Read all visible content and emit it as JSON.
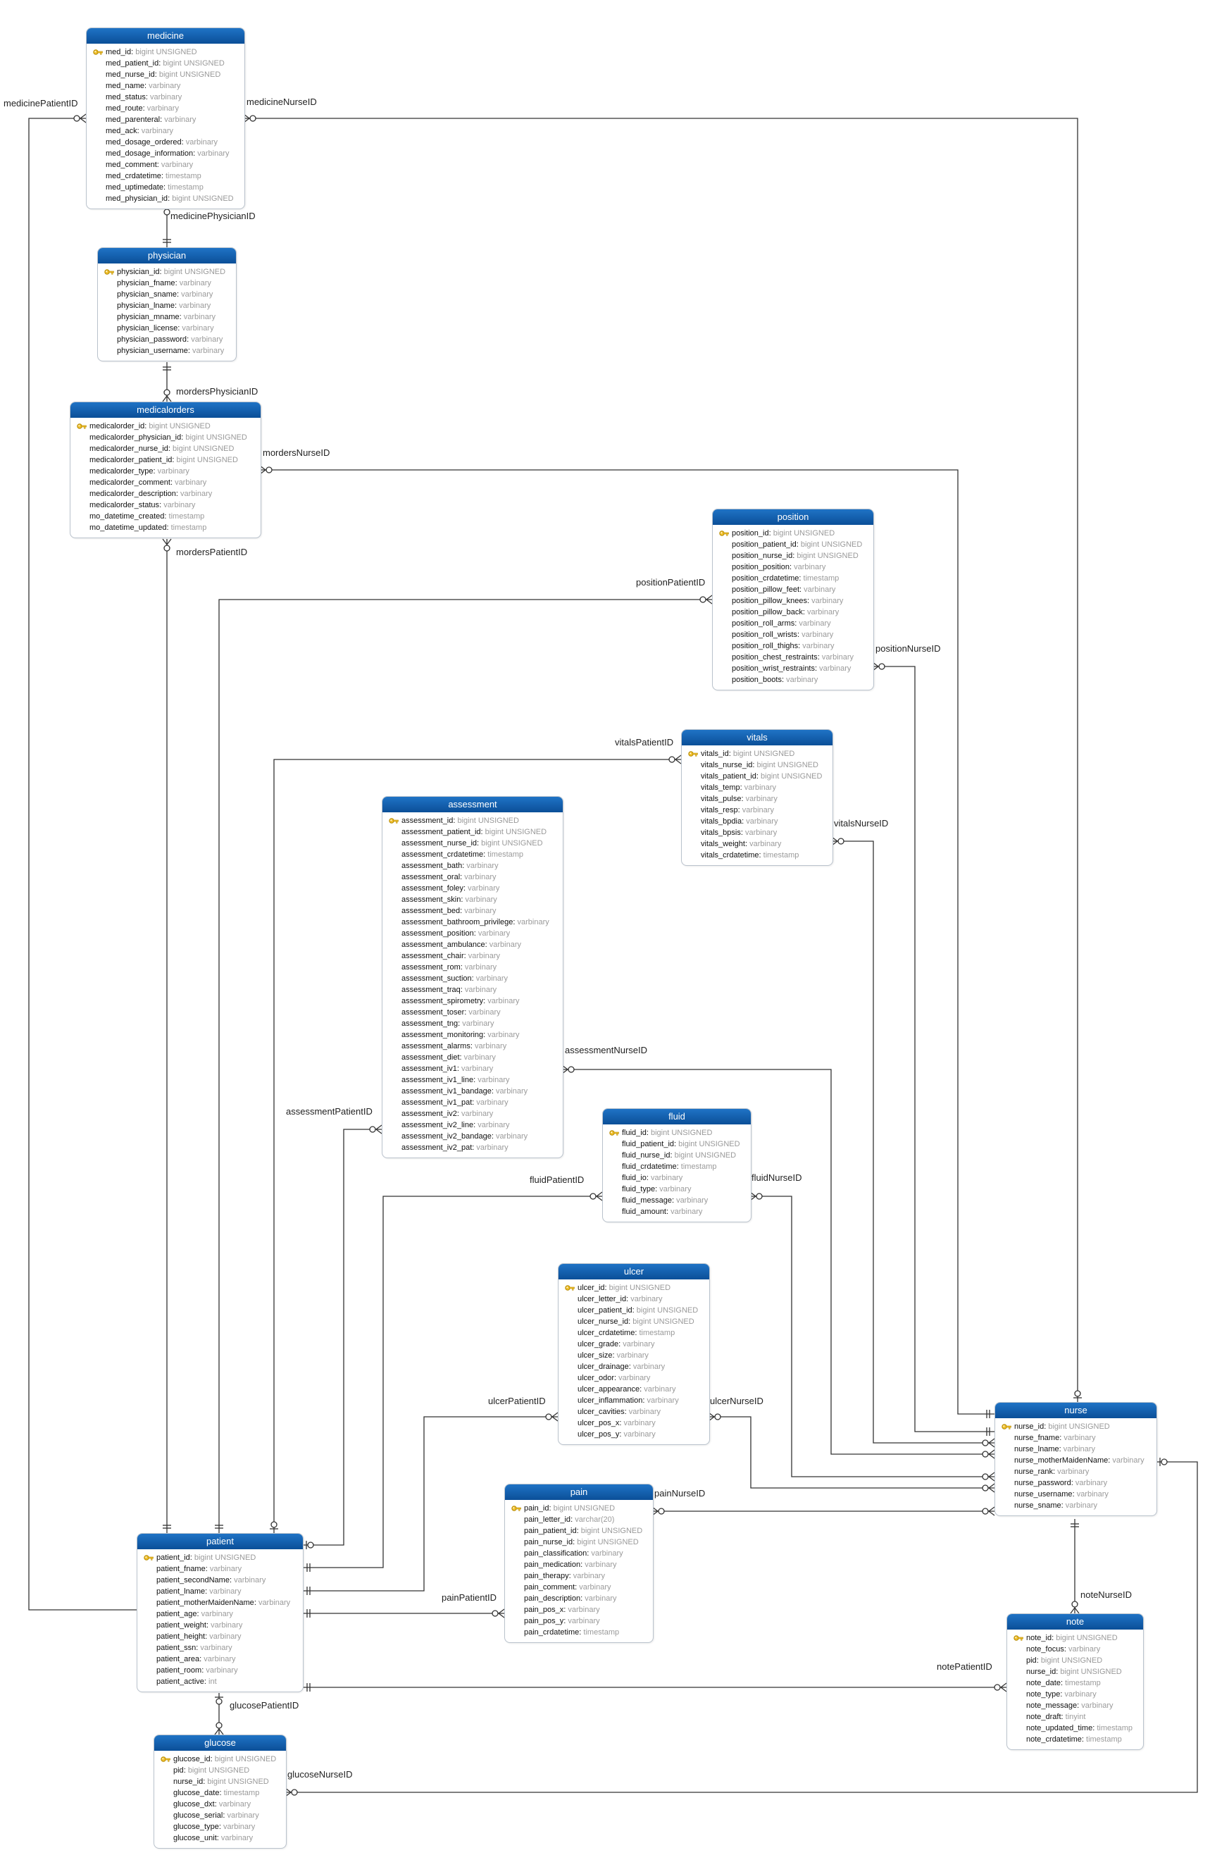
{
  "entities": [
    {
      "name": "medicine",
      "columns": [
        {
          "name": "med_id",
          "type": "bigint UNSIGNED",
          "pk": true
        },
        {
          "name": "med_patient_id",
          "type": "bigint UNSIGNED"
        },
        {
          "name": "med_nurse_id",
          "type": "bigint UNSIGNED"
        },
        {
          "name": "med_name",
          "type": "varbinary"
        },
        {
          "name": "med_status",
          "type": "varbinary"
        },
        {
          "name": "med_route",
          "type": "varbinary"
        },
        {
          "name": "med_parenteral",
          "type": "varbinary"
        },
        {
          "name": "med_ack",
          "type": "varbinary"
        },
        {
          "name": "med_dosage_ordered",
          "type": "varbinary"
        },
        {
          "name": "med_dosage_information",
          "type": "varbinary"
        },
        {
          "name": "med_comment",
          "type": "varbinary"
        },
        {
          "name": "med_crdatetime",
          "type": "timestamp"
        },
        {
          "name": "med_uptimedate",
          "type": "timestamp"
        },
        {
          "name": "med_physician_id",
          "type": "bigint UNSIGNED"
        }
      ]
    },
    {
      "name": "physician",
      "columns": [
        {
          "name": "physician_id",
          "type": "bigint UNSIGNED",
          "pk": true
        },
        {
          "name": "physician_fname",
          "type": "varbinary"
        },
        {
          "name": "physician_sname",
          "type": "varbinary"
        },
        {
          "name": "physician_lname",
          "type": "varbinary"
        },
        {
          "name": "physician_mname",
          "type": "varbinary"
        },
        {
          "name": "physician_license",
          "type": "varbinary"
        },
        {
          "name": "physician_password",
          "type": "varbinary"
        },
        {
          "name": "physician_username",
          "type": "varbinary"
        }
      ]
    },
    {
      "name": "medicalorders",
      "columns": [
        {
          "name": "medicalorder_id",
          "type": "bigint UNSIGNED",
          "pk": true
        },
        {
          "name": "medicalorder_physician_id",
          "type": "bigint UNSIGNED"
        },
        {
          "name": "medicalorder_nurse_id",
          "type": "bigint UNSIGNED"
        },
        {
          "name": "medicalorder_patient_id",
          "type": "bigint UNSIGNED"
        },
        {
          "name": "medicalorder_type",
          "type": "varbinary"
        },
        {
          "name": "medicalorder_comment",
          "type": "varbinary"
        },
        {
          "name": "medicalorder_description",
          "type": "varbinary"
        },
        {
          "name": "medicalorder_status",
          "type": "varbinary"
        },
        {
          "name": "mo_datetime_created",
          "type": "timestamp"
        },
        {
          "name": "mo_datetime_updated",
          "type": "timestamp"
        }
      ]
    },
    {
      "name": "position",
      "columns": [
        {
          "name": "position_id",
          "type": "bigint UNSIGNED",
          "pk": true
        },
        {
          "name": "position_patient_id",
          "type": "bigint UNSIGNED"
        },
        {
          "name": "position_nurse_id",
          "type": "bigint UNSIGNED"
        },
        {
          "name": "position_position",
          "type": "varbinary"
        },
        {
          "name": "position_crdatetime",
          "type": "timestamp"
        },
        {
          "name": "position_pillow_feet",
          "type": "varbinary"
        },
        {
          "name": "position_pillow_knees",
          "type": "varbinary"
        },
        {
          "name": "position_pillow_back",
          "type": "varbinary"
        },
        {
          "name": "position_roll_arms",
          "type": "varbinary"
        },
        {
          "name": "position_roll_wrists",
          "type": "varbinary"
        },
        {
          "name": "position_roll_thighs",
          "type": "varbinary"
        },
        {
          "name": "position_chest_restraints",
          "type": "varbinary"
        },
        {
          "name": "position_wrist_restraints",
          "type": "varbinary"
        },
        {
          "name": "position_boots",
          "type": "varbinary"
        }
      ]
    },
    {
      "name": "vitals",
      "columns": [
        {
          "name": "vitals_id",
          "type": "bigint UNSIGNED",
          "pk": true
        },
        {
          "name": "vitals_nurse_id",
          "type": "bigint UNSIGNED"
        },
        {
          "name": "vitals_patient_id",
          "type": "bigint UNSIGNED"
        },
        {
          "name": "vitals_temp",
          "type": "varbinary"
        },
        {
          "name": "vitals_pulse",
          "type": "varbinary"
        },
        {
          "name": "vitals_resp",
          "type": "varbinary"
        },
        {
          "name": "vitals_bpdia",
          "type": "varbinary"
        },
        {
          "name": "vitals_bpsis",
          "type": "varbinary"
        },
        {
          "name": "vitals_weight",
          "type": "varbinary"
        },
        {
          "name": "vitals_crdatetime",
          "type": "timestamp"
        }
      ]
    },
    {
      "name": "assessment",
      "columns": [
        {
          "name": "assessment_id",
          "type": "bigint UNSIGNED",
          "pk": true
        },
        {
          "name": "assessment_patient_id",
          "type": "bigint UNSIGNED"
        },
        {
          "name": "assessment_nurse_id",
          "type": "bigint UNSIGNED"
        },
        {
          "name": "assessment_crdatetime",
          "type": "timestamp"
        },
        {
          "name": "assessment_bath",
          "type": "varbinary"
        },
        {
          "name": "assessment_oral",
          "type": "varbinary"
        },
        {
          "name": "assessment_foley",
          "type": "varbinary"
        },
        {
          "name": "assessment_skin",
          "type": "varbinary"
        },
        {
          "name": "assessment_bed",
          "type": "varbinary"
        },
        {
          "name": "assessment_bathroom_privilege",
          "type": "varbinary"
        },
        {
          "name": "assessment_position",
          "type": "varbinary"
        },
        {
          "name": "assessment_ambulance",
          "type": "varbinary"
        },
        {
          "name": "assessment_chair",
          "type": "varbinary"
        },
        {
          "name": "assessment_rom",
          "type": "varbinary"
        },
        {
          "name": "assessment_suction",
          "type": "varbinary"
        },
        {
          "name": "assessment_traq",
          "type": "varbinary"
        },
        {
          "name": "assessment_spirometry",
          "type": "varbinary"
        },
        {
          "name": "assessment_toser",
          "type": "varbinary"
        },
        {
          "name": "assessment_tng",
          "type": "varbinary"
        },
        {
          "name": "assessment_monitoring",
          "type": "varbinary"
        },
        {
          "name": "assessment_alarms",
          "type": "varbinary"
        },
        {
          "name": "assessment_diet",
          "type": "varbinary"
        },
        {
          "name": "assessment_iv1",
          "type": "varbinary"
        },
        {
          "name": "assessment_iv1_line",
          "type": "varbinary"
        },
        {
          "name": "assessment_iv1_bandage",
          "type": "varbinary"
        },
        {
          "name": "assessment_iv1_pat",
          "type": "varbinary"
        },
        {
          "name": "assessment_iv2",
          "type": "varbinary"
        },
        {
          "name": "assessment_iv2_line",
          "type": "varbinary"
        },
        {
          "name": "assessment_iv2_bandage",
          "type": "varbinary"
        },
        {
          "name": "assessment_iv2_pat",
          "type": "varbinary"
        }
      ]
    },
    {
      "name": "fluid",
      "columns": [
        {
          "name": "fluid_id",
          "type": "bigint UNSIGNED",
          "pk": true
        },
        {
          "name": "fluid_patient_id",
          "type": "bigint UNSIGNED"
        },
        {
          "name": "fluid_nurse_id",
          "type": "bigint UNSIGNED"
        },
        {
          "name": "fluid_crdatetime",
          "type": "timestamp"
        },
        {
          "name": "fluid_io",
          "type": "varbinary"
        },
        {
          "name": "fluid_type",
          "type": "varbinary"
        },
        {
          "name": "fluid_message",
          "type": "varbinary"
        },
        {
          "name": "fluid_amount",
          "type": "varbinary"
        }
      ]
    },
    {
      "name": "ulcer",
      "columns": [
        {
          "name": "ulcer_id",
          "type": "bigint UNSIGNED",
          "pk": true
        },
        {
          "name": "ulcer_letter_id",
          "type": "varbinary"
        },
        {
          "name": "ulcer_patient_id",
          "type": "bigint UNSIGNED"
        },
        {
          "name": "ulcer_nurse_id",
          "type": "bigint UNSIGNED"
        },
        {
          "name": "ulcer_crdatetime",
          "type": "timestamp"
        },
        {
          "name": "ulcer_grade",
          "type": "varbinary"
        },
        {
          "name": "ulcer_size",
          "type": "varbinary"
        },
        {
          "name": "ulcer_drainage",
          "type": "varbinary"
        },
        {
          "name": "ulcer_odor",
          "type": "varbinary"
        },
        {
          "name": "ulcer_appearance",
          "type": "varbinary"
        },
        {
          "name": "ulcer_inflammation",
          "type": "varbinary"
        },
        {
          "name": "ulcer_cavities",
          "type": "varbinary"
        },
        {
          "name": "ulcer_pos_x",
          "type": "varbinary"
        },
        {
          "name": "ulcer_pos_y",
          "type": "varbinary"
        }
      ]
    },
    {
      "name": "nurse",
      "columns": [
        {
          "name": "nurse_id",
          "type": "bigint UNSIGNED",
          "pk": true
        },
        {
          "name": "nurse_fname",
          "type": "varbinary"
        },
        {
          "name": "nurse_lname",
          "type": "varbinary"
        },
        {
          "name": "nurse_motherMaidenName",
          "type": "varbinary"
        },
        {
          "name": "nurse_rank",
          "type": "varbinary"
        },
        {
          "name": "nurse_password",
          "type": "varbinary"
        },
        {
          "name": "nurse_username",
          "type": "varbinary"
        },
        {
          "name": "nurse_sname",
          "type": "varbinary"
        }
      ]
    },
    {
      "name": "pain",
      "columns": [
        {
          "name": "pain_id",
          "type": "bigint UNSIGNED",
          "pk": true
        },
        {
          "name": "pain_letter_id",
          "type": "varchar(20)"
        },
        {
          "name": "pain_patient_id",
          "type": "bigint UNSIGNED"
        },
        {
          "name": "pain_nurse_id",
          "type": "bigint UNSIGNED"
        },
        {
          "name": "pain_classification",
          "type": "varbinary"
        },
        {
          "name": "pain_medication",
          "type": "varbinary"
        },
        {
          "name": "pain_therapy",
          "type": "varbinary"
        },
        {
          "name": "pain_comment",
          "type": "varbinary"
        },
        {
          "name": "pain_description",
          "type": "varbinary"
        },
        {
          "name": "pain_pos_x",
          "type": "varbinary"
        },
        {
          "name": "pain_pos_y",
          "type": "varbinary"
        },
        {
          "name": "pain_crdatetime",
          "type": "timestamp"
        }
      ]
    },
    {
      "name": "patient",
      "columns": [
        {
          "name": "patient_id",
          "type": "bigint UNSIGNED",
          "pk": true
        },
        {
          "name": "patient_fname",
          "type": "varbinary"
        },
        {
          "name": "patient_secondName",
          "type": "varbinary"
        },
        {
          "name": "patient_lname",
          "type": "varbinary"
        },
        {
          "name": "patient_motherMaidenName",
          "type": "varbinary"
        },
        {
          "name": "patient_age",
          "type": "varbinary"
        },
        {
          "name": "patient_weight",
          "type": "varbinary"
        },
        {
          "name": "patient_height",
          "type": "varbinary"
        },
        {
          "name": "patient_ssn",
          "type": "varbinary"
        },
        {
          "name": "patient_area",
          "type": "varbinary"
        },
        {
          "name": "patient_room",
          "type": "varbinary"
        },
        {
          "name": "patient_active",
          "type": "int"
        }
      ]
    },
    {
      "name": "note",
      "columns": [
        {
          "name": "note_id",
          "type": "bigint UNSIGNED",
          "pk": true
        },
        {
          "name": "note_focus",
          "type": "varbinary"
        },
        {
          "name": "pid",
          "type": "bigint UNSIGNED"
        },
        {
          "name": "nurse_id",
          "type": "bigint UNSIGNED"
        },
        {
          "name": "note_date",
          "type": "timestamp"
        },
        {
          "name": "note_type",
          "type": "varbinary"
        },
        {
          "name": "note_message",
          "type": "varbinary"
        },
        {
          "name": "note_draft",
          "type": "tinyint"
        },
        {
          "name": "note_updated_time",
          "type": "timestamp"
        },
        {
          "name": "note_crdatetime",
          "type": "timestamp"
        }
      ]
    },
    {
      "name": "glucose",
      "columns": [
        {
          "name": "glucose_id",
          "type": "bigint UNSIGNED",
          "pk": true
        },
        {
          "name": "pid",
          "type": "bigint UNSIGNED"
        },
        {
          "name": "nurse_id",
          "type": "bigint UNSIGNED"
        },
        {
          "name": "glucose_date",
          "type": "timestamp"
        },
        {
          "name": "glucose_dxt",
          "type": "varbinary"
        },
        {
          "name": "glucose_serial",
          "type": "varbinary"
        },
        {
          "name": "glucose_type",
          "type": "varbinary"
        },
        {
          "name": "glucose_unit",
          "type": "varbinary"
        }
      ]
    }
  ],
  "relationships": [
    {
      "label": "medicinePatientID"
    },
    {
      "label": "medicineNurseID"
    },
    {
      "label": "medicinePhysicianID"
    },
    {
      "label": "mordersPhysicianID"
    },
    {
      "label": "mordersNurseID"
    },
    {
      "label": "mordersPatientID"
    },
    {
      "label": "positionPatientID"
    },
    {
      "label": "positionNurseID"
    },
    {
      "label": "vitalsPatientID"
    },
    {
      "label": "vitalsNurseID"
    },
    {
      "label": "assessmentNurseID"
    },
    {
      "label": "assessmentPatientID"
    },
    {
      "label": "fluidPatientID"
    },
    {
      "label": "fluidNurseID"
    },
    {
      "label": "ulcerPatientID"
    },
    {
      "label": "ulcerNurseID"
    },
    {
      "label": "painNurseID"
    },
    {
      "label": "painPatientID"
    },
    {
      "label": "noteNurseID"
    },
    {
      "label": "notePatientID"
    },
    {
      "label": "glucosePatientID"
    },
    {
      "label": "glucoseNurseID"
    }
  ],
  "colors": {
    "header": "#0b4f98",
    "line": "#333333",
    "border": "#b9c2cc",
    "type_text": "#9a9a9a"
  }
}
